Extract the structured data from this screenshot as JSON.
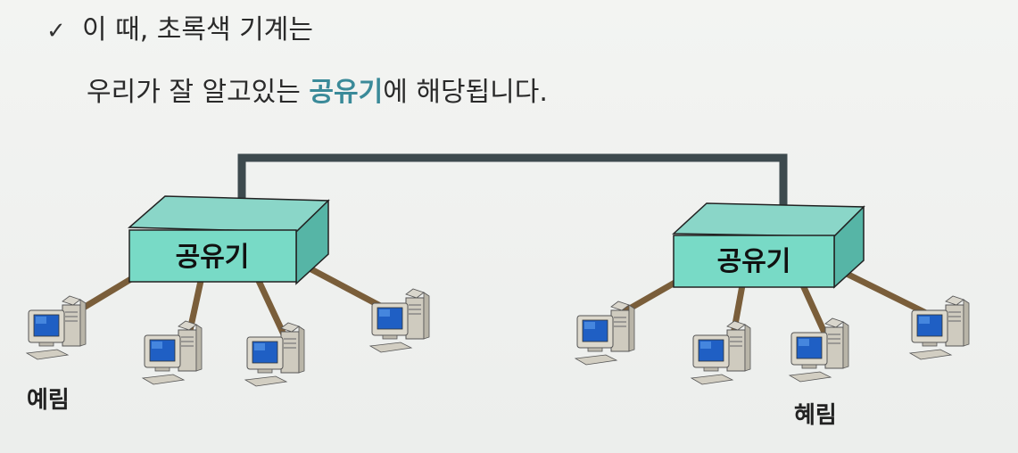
{
  "intro": {
    "line1": "이 때, 초록색 기계는",
    "line2_pre": "우리가 잘 알고있는 ",
    "line2_highlight": "공유기",
    "line2_post": "에 해당됩니다."
  },
  "routers": [
    {
      "label": "공유기"
    },
    {
      "label": "공유기"
    }
  ],
  "users": [
    {
      "label": "예림"
    },
    {
      "label": "혜림"
    }
  ],
  "colors": {
    "router_top": "#7fd3c4",
    "router_front": "#77d9c6",
    "router_side": "#4faea0",
    "cable": "#7a5e3a",
    "backbone": "#3d4a4e",
    "highlight": "#3a8a99"
  }
}
